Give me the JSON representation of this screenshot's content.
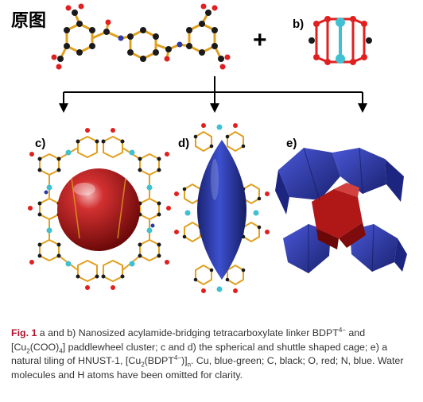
{
  "header": {
    "tag": "原图"
  },
  "panels": {
    "b_label": "b)",
    "c_label": "c)",
    "d_label": "d)",
    "e_label": "e)",
    "plus": "+"
  },
  "caption": {
    "fig_num": "Fig. 1",
    "part1": " a and b) Nanosized acylamide-bridging tetracarboxylate linker BDPT",
    "sup1": "4−",
    "part2": " and [Cu",
    "sub1": "2",
    "part3": "(COO)",
    "sub2": "4",
    "part4": "] paddlewheel cluster; c and d) the spherical and shuttle shaped cage; e) a natural tiling of HNUST-1, [Cu",
    "sub3": "2",
    "part5": "(BDPT",
    "sup2": "4−",
    "part6": ")]",
    "sub4": "n",
    "part7": ". Cu, blue-green; C, black; O, red; N, blue. Water molecules and H atoms have been omitted for clarity."
  },
  "colors": {
    "carbon": "#1a1a1a",
    "bond": "#e0a020",
    "oxygen": "#e02020",
    "nitrogen": "#2a3aa8",
    "copper": "#40c0d0",
    "sphere": "#b01818",
    "shuttle": "#2d3cb0",
    "tile": "#2a35a8",
    "accent": "#b0102a"
  }
}
